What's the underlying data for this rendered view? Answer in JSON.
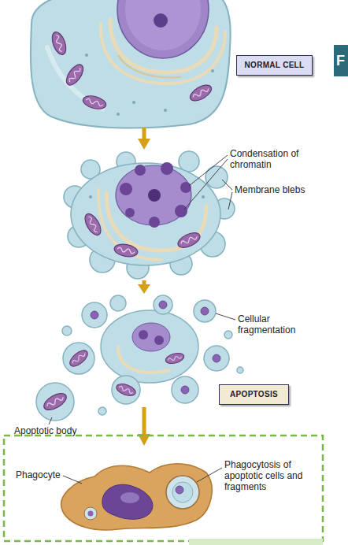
{
  "diagram": {
    "nodes": [
      {
        "text": [
          "NORMAL CELL"
        ]
      },
      {
        "text": [
          "APOPTOSIS"
        ]
      }
    ],
    "labels": [
      "F",
      "Condensation of chromatin",
      "Membrane blebs",
      "Cellular fragmentation",
      "Apoptotic body",
      "Phagocyte",
      "Phagocytosis of apoptotic cells and fragments"
    ]
  }
}
